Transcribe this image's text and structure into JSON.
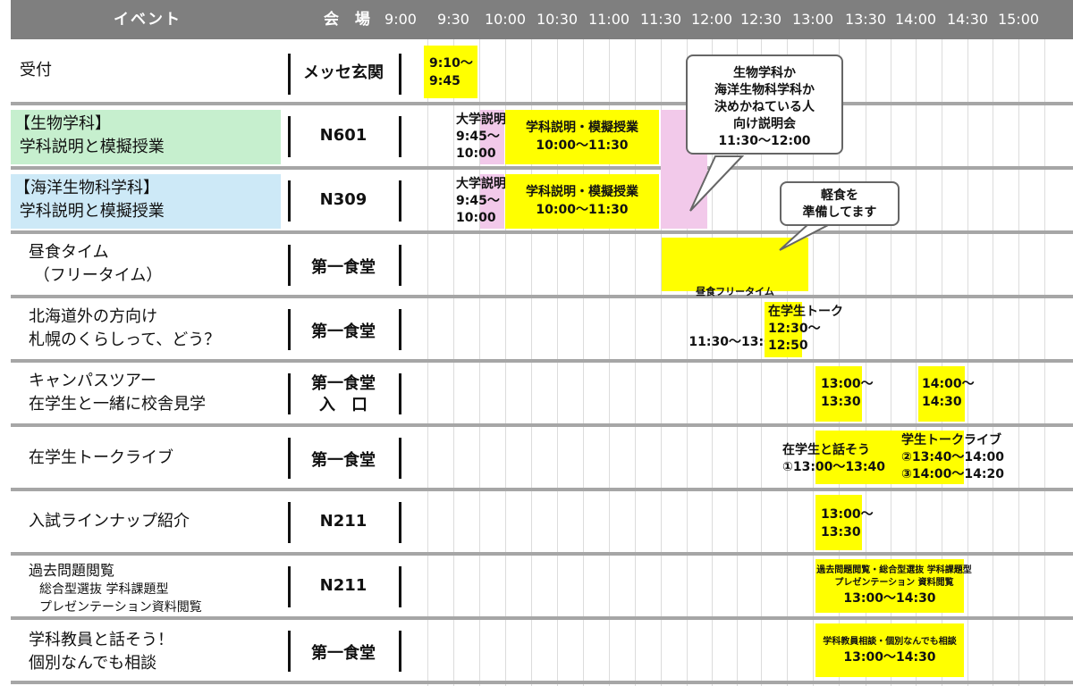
{
  "header": {
    "event": "イベント",
    "venue": "会 場",
    "times": [
      "9:00",
      "9:30",
      "10:00",
      "10:30",
      "11:00",
      "11:30",
      "12:00",
      "12:30",
      "13:00",
      "13:30",
      "14:00",
      "14:30",
      "15:00"
    ]
  },
  "rows": [
    {
      "label": "受付",
      "venue": "メッセ玄関"
    },
    {
      "label": "【生物学科】\n 学科説明と模擬授業",
      "venue": "N601"
    },
    {
      "label": "【海洋生物科学科】\n 学科説明と模擬授業",
      "venue": "N309"
    },
    {
      "label": "昼食タイム\n （フリータイム）",
      "venue": "第一食堂"
    },
    {
      "label": "北海道外の方向け\n札幌のくらしって、どう？",
      "venue": "第一食堂"
    },
    {
      "label": "キャンパスツアー\n在学生と一緒に校舎見学",
      "venue": "第一食堂\n入　口"
    },
    {
      "label": "在学生トークライブ",
      "venue": "第一食堂"
    },
    {
      "label": "入試ラインナップ紹介",
      "venue": "N211"
    },
    {
      "label_main": "過去問題閲覧",
      "label_sub1": "総合型選抜 学科課題型",
      "label_sub2": "プレゼンテーション資料閲覧",
      "venue": "N211"
    },
    {
      "label": "学科教員と話そう！\n個別なんでも相談",
      "venue": "第一食堂"
    }
  ],
  "blocks": {
    "reception": "9:10～\n9:45",
    "bio_intro": "大学説明\n9:45～\n10:00",
    "bio_main": "学科説明・模擬授業\n10:00～11:30",
    "marine_intro": "大学説明\n9:45～\n10:00",
    "marine_main": "学科説明・模擬授業\n10:00～11:30",
    "lunch_title": "昼食フリータイム",
    "lunch_time": "11:30～13:00",
    "sapporo": "在学生トーク\n12:30～\n12:50",
    "tour1": "13:00～\n13:30",
    "tour2": "14:00～\n14:30",
    "talk1": "在学生と話そう\n①13:00～13:40",
    "talk2": "学生トークライブ\n②13:40～14:00\n③14:00～14:20",
    "exam": "13:00～\n13:30",
    "past_title": "過去問題閲覧・総合型選抜 学科課題型\nプレゼンテーション 資料閲覧",
    "past_time": "13:00～14:30",
    "consult_title": "学科教員相談・個別なんでも相談",
    "consult_time": "13:00～14:30"
  },
  "callouts": {
    "undecided": "生物学科か\n海洋生物科学科か\n決めかねている人\n向け説明会\n11:30～12:00",
    "snack": "軽食を\n準備してます"
  },
  "colors": {
    "header_bg": "#7f7f7f",
    "highlight": "#ffff00",
    "pink": "#f2c9ea",
    "bio_bg": "#c6efce",
    "marine_bg": "#cde9f7"
  }
}
